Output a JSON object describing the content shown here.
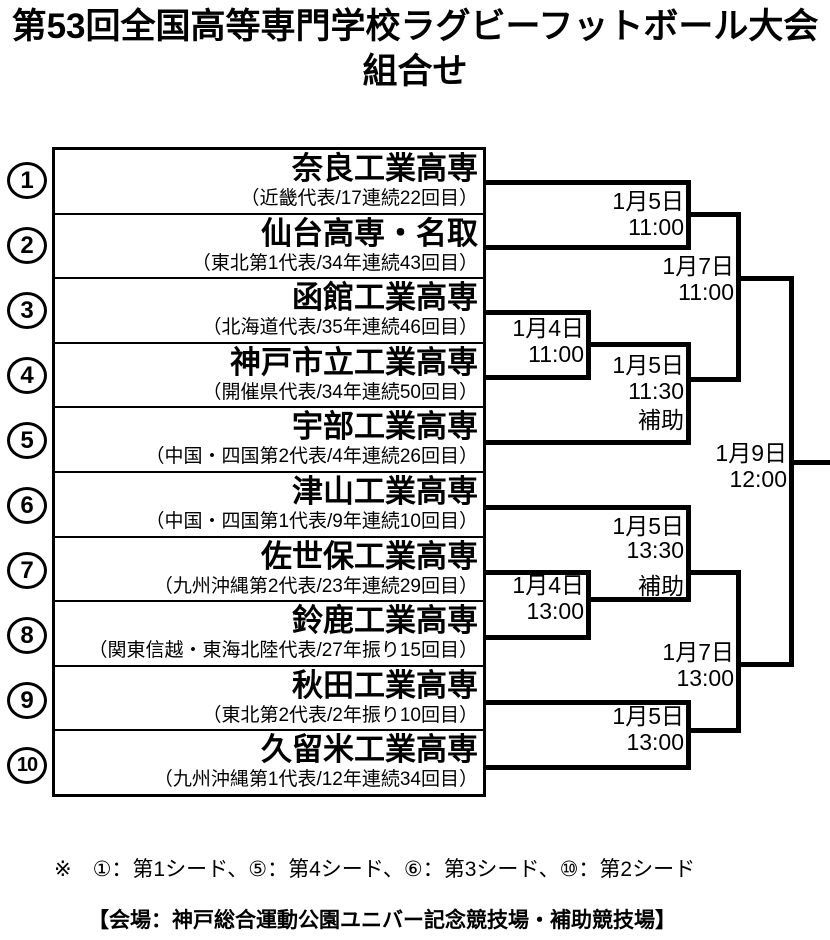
{
  "title": {
    "line1": "第53回全国高等専門学校ラグビーフットボール大会",
    "line2": "組合せ"
  },
  "teams": [
    {
      "seed": "1",
      "name": "奈良工業高専",
      "note": "（近畿代表/17連続22回目）"
    },
    {
      "seed": "2",
      "name": "仙台高専・名取",
      "note": "（東北第1代表/34年連続43回目）"
    },
    {
      "seed": "3",
      "name": "函館工業高専",
      "note": "（北海道代表/35年連続46回目）"
    },
    {
      "seed": "4",
      "name": "神戸市立工業高専",
      "note": "（開催県代表/34年連続50回目）"
    },
    {
      "seed": "5",
      "name": "宇部工業高専",
      "note": "（中国・四国第2代表/4年連続26回目）"
    },
    {
      "seed": "6",
      "name": "津山工業高専",
      "note": "（中国・四国第1代表/9年連続10回目）"
    },
    {
      "seed": "7",
      "name": "佐世保工業高専",
      "note": "（九州沖縄第2代表/23年連続29回目）"
    },
    {
      "seed": "8",
      "name": "鈴鹿工業高専",
      "note": "（関東信越・東海北陸代表/27年振り15回目）"
    },
    {
      "seed": "9",
      "name": "秋田工業高専",
      "note": "（東北第2代表/2年振り10回目）"
    },
    {
      "seed": "10",
      "name": "久留米工業高専",
      "note": "（九州沖縄第1代表/12年連続34回目）"
    }
  ],
  "matches": {
    "m_1v2": {
      "date": "1月5日",
      "time": "11:00"
    },
    "m_3v4": {
      "date": "1月4日",
      "time": "11:00"
    },
    "m_w34_v5": {
      "date": "1月5日",
      "time": "11:30",
      "venue": "補助"
    },
    "m_6_vw78": {
      "date": "1月5日",
      "time": "13:30",
      "venue": "補助"
    },
    "m_7v8": {
      "date": "1月4日",
      "time": "13:00"
    },
    "m_9v10": {
      "date": "1月5日",
      "time": "13:00"
    },
    "sf_top": {
      "date": "1月7日",
      "time": "11:00"
    },
    "sf_bottom": {
      "date": "1月7日",
      "time": "13:00"
    },
    "final": {
      "date": "1月9日",
      "time": "12:00"
    }
  },
  "footer": {
    "seed_note": "※　①：第1シード、⑤：第4シード、⑥：第3シード、⑩：第2シード",
    "venue_note": "【会場：神戸総合運動公園ユニバー記念競技場・補助競技場】"
  },
  "colors": {
    "ink": "#000000",
    "paper": "#ffffff"
  }
}
